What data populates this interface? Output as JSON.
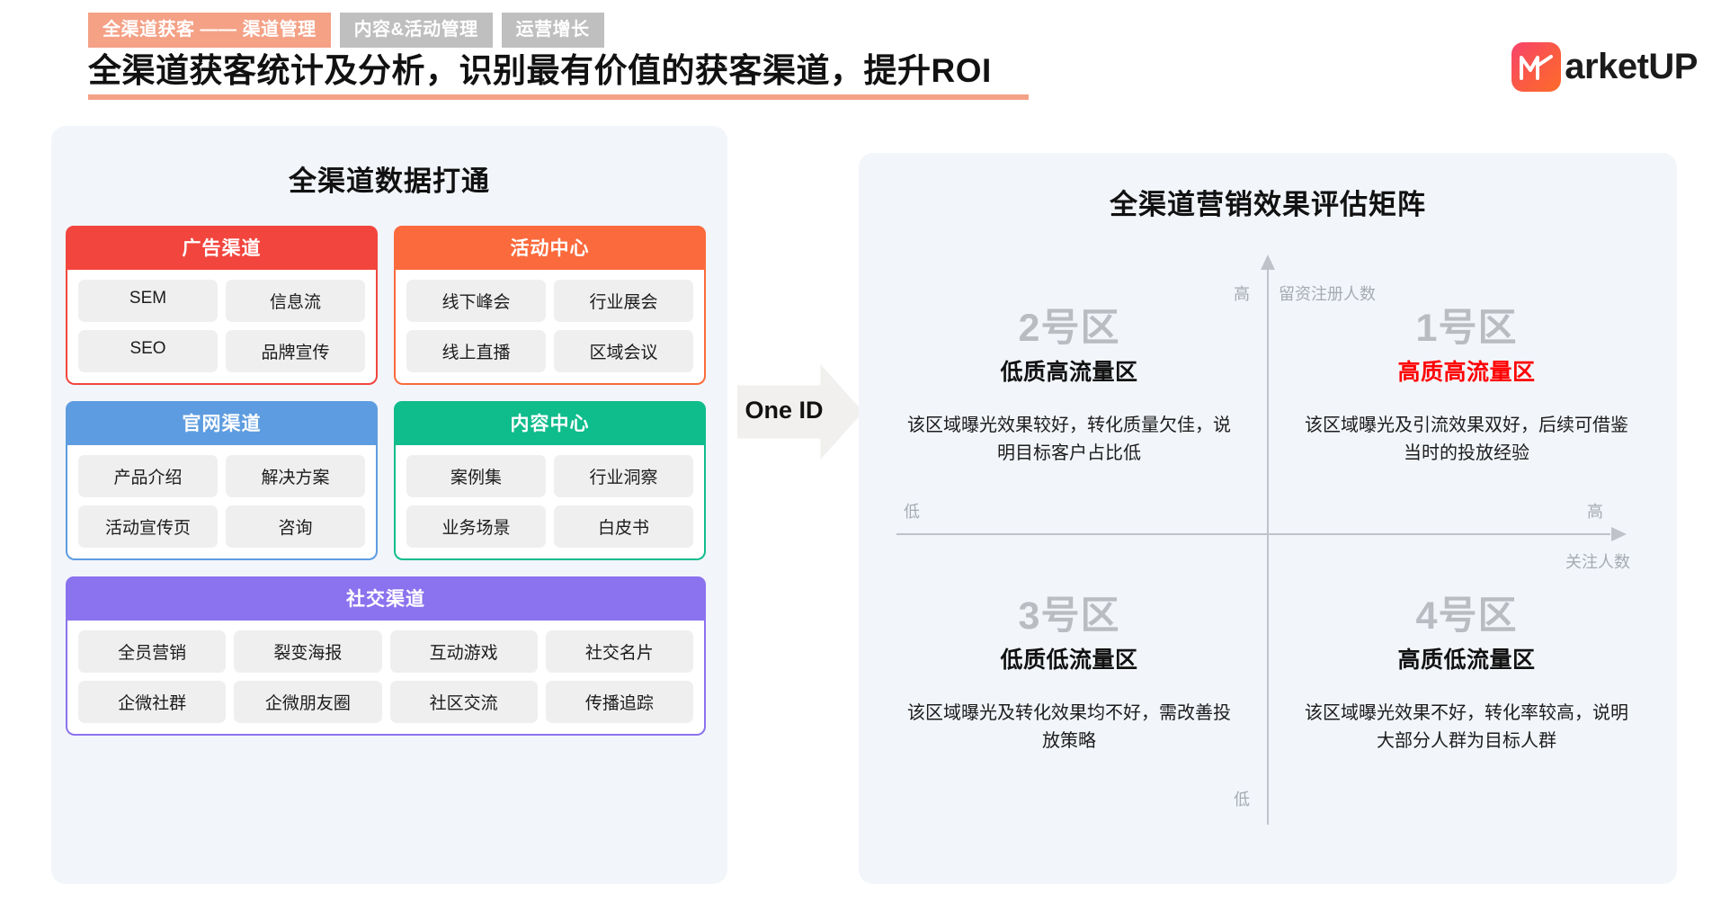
{
  "header": {
    "tabs": [
      {
        "label": "全渠道获客 —— 渠道管理",
        "active": true
      },
      {
        "label": "内容&活动管理",
        "active": false
      },
      {
        "label": "运营增长",
        "active": false
      }
    ],
    "title": "全渠道获客统计及分析，识别最有价值的获客渠道，提升ROI",
    "logo_text": "arketUP",
    "brand_colors": {
      "active_tab": "#F4A186",
      "inactive_tab": "#BFBFBF",
      "logo_gradient_from": "#F6436B",
      "logo_gradient_to": "#FD6B2B"
    }
  },
  "left_panel": {
    "title": "全渠道数据打通",
    "cards": [
      {
        "title": "广告渠道",
        "color": "#F2453D",
        "span": "half",
        "items": [
          "SEM",
          "信息流",
          "SEO",
          "品牌宣传"
        ]
      },
      {
        "title": "活动中心",
        "color": "#FB6A3C",
        "span": "half",
        "items": [
          "线下峰会",
          "行业展会",
          "线上直播",
          "区域会议"
        ]
      },
      {
        "title": "官网渠道",
        "color": "#5D9CE0",
        "span": "half",
        "items": [
          "产品介绍",
          "解决方案",
          "活动宣传页",
          "咨询"
        ]
      },
      {
        "title": "内容中心",
        "color": "#0FBC8C",
        "span": "half",
        "items": [
          "案例集",
          "行业洞察",
          "业务场景",
          "白皮书"
        ]
      },
      {
        "title": "社交渠道",
        "color": "#8B72EE",
        "span": "full",
        "items": [
          "全员营销",
          "裂变海报",
          "互动游戏",
          "社交名片",
          "企微社群",
          "企微朋友圈",
          "社区交流",
          "传播追踪"
        ]
      }
    ]
  },
  "connector": {
    "label": "One ID"
  },
  "right_panel": {
    "title": "全渠道营销效果评估矩阵",
    "axes": {
      "y_name": "留资注册人数",
      "y_high": "高",
      "y_low": "低",
      "x_name": "关注人数",
      "x_low": "低",
      "x_high": "高"
    },
    "quadrants": [
      {
        "num": "2号区",
        "name": "低质高流量区",
        "accent": false,
        "desc": "该区域曝光效果较好，转化质量欠佳，说明目标客户占比低"
      },
      {
        "num": "1号区",
        "name": "高质高流量区",
        "accent": true,
        "accent_color": "#FF0000",
        "desc": "该区域曝光及引流效果双好，后续可借鉴当时的投放经验"
      },
      {
        "num": "3号区",
        "name": "低质低流量区",
        "accent": false,
        "desc": "该区域曝光及转化效果均不好，需改善投放策略"
      },
      {
        "num": "4号区",
        "name": "高质低流量区",
        "accent": false,
        "desc": "该区域曝光效果不好，转化率较高，说明大部分人群为目标人群"
      }
    ]
  }
}
